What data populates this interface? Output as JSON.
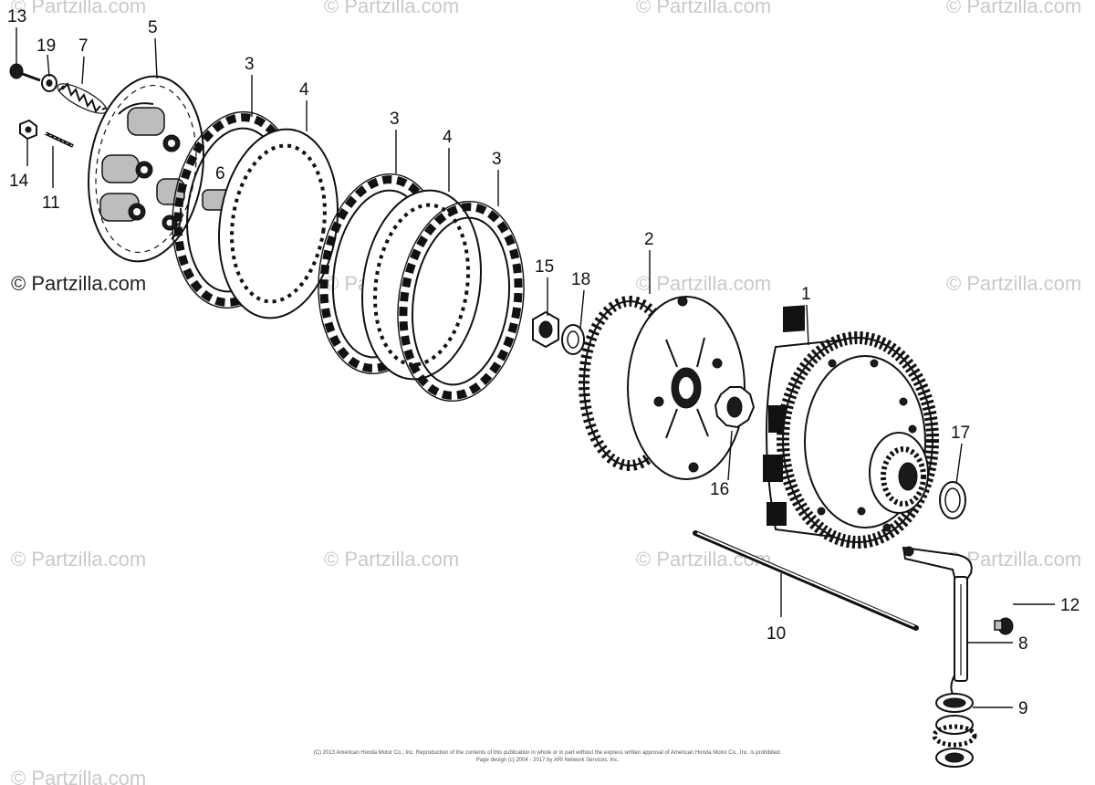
{
  "watermarks": [
    "© Partzilla.com",
    "© Partzilla.com",
    "© Partzilla.com",
    "© Partzilla.com",
    "© Partzilla.com",
    "© Partzilla.com",
    "© Partzilla.com",
    "© Partzilla.com",
    "© Partzilla.com",
    "© Partzilla.com",
    "© Partzilla.com",
    "© Partzilla.com"
  ],
  "prominent_watermark": "© Partzilla.com",
  "callouts": [
    "13",
    "19",
    "7",
    "5",
    "3",
    "4",
    "3",
    "4",
    "3",
    "2",
    "1",
    "14",
    "11",
    "6",
    "15",
    "18",
    "16",
    "17",
    "12",
    "10",
    "8",
    "9"
  ],
  "footer": {
    "line1": "(C) 2013 American Honda Motor Co., Inc. Reproduction of the contents of this publication in whole or in part without the express written approval of American Honda Motor Co., Inc. is prohibited.",
    "line2": "Page design (c) 2004 - 2017 by ARI Network Services, Inc."
  }
}
